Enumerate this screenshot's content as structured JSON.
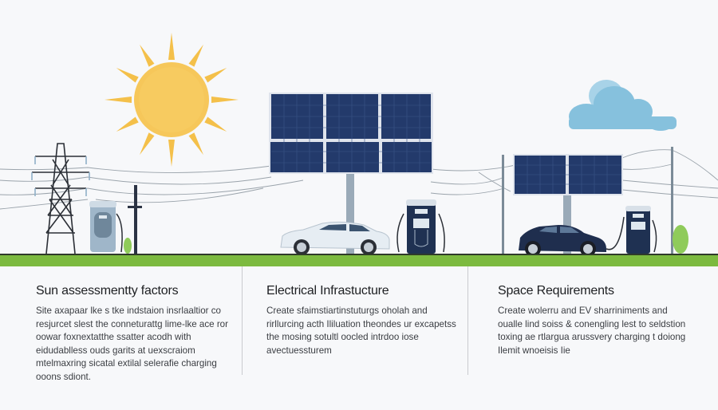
{
  "illustration": {
    "colors": {
      "sun": "#f4c04a",
      "sun_core": "#f6c75a",
      "panel": "#233a6b",
      "panel_frame": "#dfe4ec",
      "ground": "#7cba3f",
      "cloud": "#86c1dd",
      "car_white": "#e6edf3",
      "car_navy": "#1f2e4e",
      "charger_light": "#9fb6c9",
      "charger_navy": "#1f3152",
      "tree": "#8fcb5a",
      "pole": "#7b8b97",
      "tower": "#2b2f36",
      "background": "#f7f8fa"
    },
    "elements": [
      "sun-icon",
      "transmission-tower",
      "charging-station",
      "solar-array",
      "electric-car",
      "cloud-icon",
      "utility-pole",
      "tree"
    ]
  },
  "sections": [
    {
      "title": "Sun assessmentty factors",
      "body": "Site axapaar lke s tke indstaion insrlaaltior co resjurcet slest the conneturattg lime-lke ace ror oowar foxnextatthe ssatter acodh with eidudablless ouds garits at uexscraiom mtelmaxring sicatal extilal selerafie charging ooons sdiont."
    },
    {
      "title": "Electrical Infrastucture",
      "body": "Create sfaimstiartinstuturgs oholah and rirllurcing acth Ililuation theondes ur excapetss the mosing sotultl oocled intrdoo iose avectuessturem"
    },
    {
      "title": "Space Requirements",
      "body": "Create wolerru and EV sharriniments and oualle lind soiss & conengling lest to seldstion toxing ae rtlargua arussvery charging t doiong Ilemit wnoeisis Iie"
    }
  ]
}
